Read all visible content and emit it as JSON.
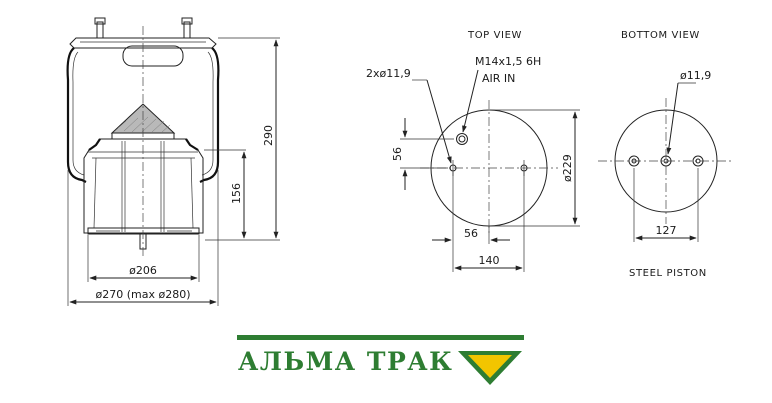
{
  "side_view": {
    "height_label": "290",
    "piston_height_label": "156",
    "piston_dia_label": "ø206",
    "bellow_dia_label": "ø270  (max  ø280)"
  },
  "top_view": {
    "title": "TOP VIEW",
    "holes_label": "2xø11,9",
    "thread_label": "M14x1,5  6H",
    "air_in_label": "AIR  IN",
    "vertical_spacing_label": "56",
    "horizontal_spacing_label": "56",
    "bolt_span_label": "140",
    "diameter_label": "ø229"
  },
  "bottom_view": {
    "title": "BOTTOM  VIEW",
    "hole_label": "ø11,9",
    "span_label": "127",
    "caption": "STEEL  PISTON"
  },
  "logo": {
    "text": "АЛЬМА ТРАК",
    "color": "#2e7d32",
    "accent": "#f2c500"
  }
}
